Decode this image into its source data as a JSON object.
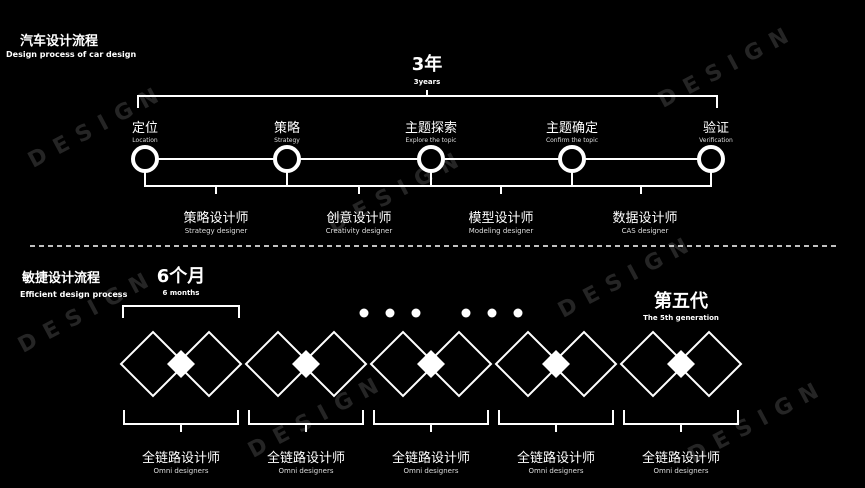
{
  "header": {
    "title_cn": "汽车设计流程",
    "title_en": "Design process of car design"
  },
  "duration_top": {
    "value": "3年",
    "unit_en": "3years"
  },
  "stages": [
    {
      "cn": "定位",
      "en": "Location"
    },
    {
      "cn": "策略",
      "en": "Strategy"
    },
    {
      "cn": "主题探索",
      "en": "Explore the topic"
    },
    {
      "cn": "主题确定",
      "en": "Confirm the topic"
    },
    {
      "cn": "验证",
      "en": "Verification"
    }
  ],
  "roles": [
    {
      "cn": "策略设计师",
      "en": "Strategy designer"
    },
    {
      "cn": "创意设计师",
      "en": "Creativity designer"
    },
    {
      "cn": "模型设计师",
      "en": "Modeling designer"
    },
    {
      "cn": "数据设计师",
      "en": "CAS designer"
    }
  ],
  "agile": {
    "title_cn": "敏捷设计流程",
    "title_en": "Efficient design process",
    "duration": "6个月",
    "duration_en": "6 months",
    "generation_cn": "第五代",
    "generation_en": "The 5th generation"
  },
  "omni": [
    {
      "cn": "全链路设计师",
      "en": "Omni designers"
    },
    {
      "cn": "全链路设计师",
      "en": "Omni designers"
    },
    {
      "cn": "全链路设计师",
      "en": "Omni designers"
    },
    {
      "cn": "全链路设计师",
      "en": "Omni designers"
    },
    {
      "cn": "全链路设计师",
      "en": "Omni designers"
    }
  ],
  "watermark": "DESIGN"
}
